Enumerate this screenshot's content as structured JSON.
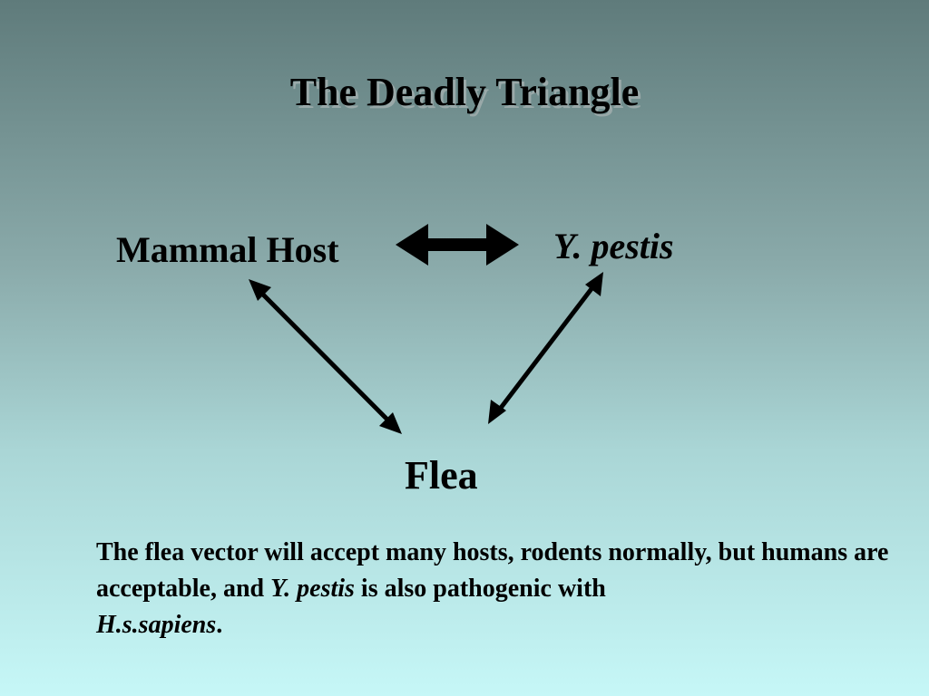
{
  "title": "The Deadly Triangle",
  "nodes": {
    "mammal_host": "Mammal Host",
    "y_pestis": {
      "genus": "Y.",
      "species": "pestis"
    },
    "flea": "Flea"
  },
  "caption": {
    "part1": "The flea vector will accept many hosts, rodents normally, but humans are acceptable, and ",
    "species": "Y. pestis",
    "part2": " is also pathogenic with ",
    "host": "H.s.sapiens",
    "end": "."
  },
  "colors": {
    "background_top": "#5f7b7b",
    "background_bottom": "#c6f7f7",
    "arrow": "#000000",
    "text": "#000000"
  }
}
